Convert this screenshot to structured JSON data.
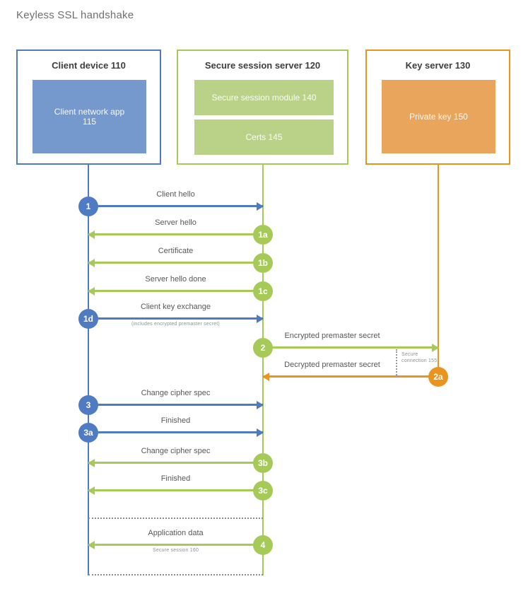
{
  "title": "Keyless SSL handshake",
  "colors": {
    "blue": "#4f7bc2",
    "blue_fill": "#7598cd",
    "green": "#a6ca58",
    "green_fill": "#b9d287",
    "orange": "#e8941f",
    "orange_fill": "#e9a55c",
    "label_text": "#57585a",
    "muted_text": "#8f9092"
  },
  "actors": [
    {
      "title": "Client device 110",
      "modules": [
        "Client network app 115"
      ]
    },
    {
      "title": "Secure session server 120",
      "modules": [
        "Secure session module 140",
        "Certs 145"
      ]
    },
    {
      "title": "Key server 130",
      "modules": [
        "Private key 150"
      ]
    }
  ],
  "messages": [
    {
      "id": "1",
      "label": "Client hello",
      "from": "Client device 110",
      "to": "Secure session server 120",
      "color": "blue"
    },
    {
      "id": "1a",
      "label": "Server hello",
      "from": "Secure session server 120",
      "to": "Client device 110",
      "color": "green"
    },
    {
      "id": "1b",
      "label": "Certificate",
      "from": "Secure session server 120",
      "to": "Client device 110",
      "color": "green"
    },
    {
      "id": "1c",
      "label": "Server hello done",
      "from": "Secure session server 120",
      "to": "Client device 110",
      "color": "green"
    },
    {
      "id": "1d",
      "label": "Client key exchange",
      "sublabel": "(includes encrypted premaster secret)",
      "from": "Client device 110",
      "to": "Secure session server 120",
      "color": "blue"
    },
    {
      "id": "2",
      "label": "Encrypted premaster secret",
      "from": "Secure session server 120",
      "to": "Key server 130",
      "color": "green"
    },
    {
      "id": "2a",
      "label": "Decrypted premaster secret",
      "from": "Key server 130",
      "to": "Secure session server 120",
      "color": "orange"
    },
    {
      "id": "3",
      "label": "Change cipher spec",
      "from": "Client device 110",
      "to": "Secure session server 120",
      "color": "blue"
    },
    {
      "id": "3a",
      "label": "Finished",
      "from": "Client device 110",
      "to": "Secure session server 120",
      "color": "blue"
    },
    {
      "id": "3b",
      "label": "Change cipher spec",
      "from": "Secure session server 120",
      "to": "Client device 110",
      "color": "green"
    },
    {
      "id": "3c",
      "label": "Finished",
      "from": "Secure session server 120",
      "to": "Client device 110",
      "color": "green"
    },
    {
      "id": "4",
      "label": "Application data",
      "sublabel": "Secure session 160",
      "from": "Secure session server 120",
      "to": "Client device 110",
      "color": "green"
    }
  ],
  "annotations": {
    "secure_connection": "Secure connection 155"
  }
}
